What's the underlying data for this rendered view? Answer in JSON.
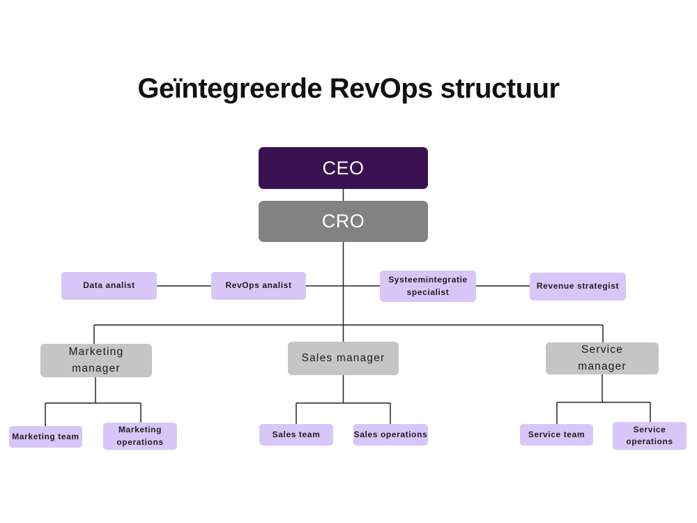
{
  "title": "Geïntegreerde RevOps structuur",
  "colors": {
    "executive_box": "#3a1150",
    "cro_box": "#828282",
    "manager_box": "#c5c5c5",
    "specialist_box": "#d9c6f8",
    "connector_line": "#222222",
    "title_text": "#111111",
    "dark_text": "#1c1c1c",
    "light_text": "#ffffff",
    "background": "#ffffff"
  },
  "org": {
    "ceo": {
      "label": "CEO"
    },
    "cro": {
      "label": "CRO"
    },
    "specialists": [
      {
        "label": "Data analist"
      },
      {
        "label": "RevOps analist"
      },
      {
        "label": "Systeemintegratie specialist"
      },
      {
        "label": "Revenue strategist"
      }
    ],
    "managers": [
      {
        "label": "Marketing manager"
      },
      {
        "label": "Sales manager"
      },
      {
        "label": "Service manager"
      }
    ],
    "teams": [
      {
        "label": "Marketing team"
      },
      {
        "label": "Marketing operations"
      },
      {
        "label": "Sales team"
      },
      {
        "label": "Sales operations"
      },
      {
        "label": "Service team"
      },
      {
        "label": "Service operations"
      }
    ]
  }
}
